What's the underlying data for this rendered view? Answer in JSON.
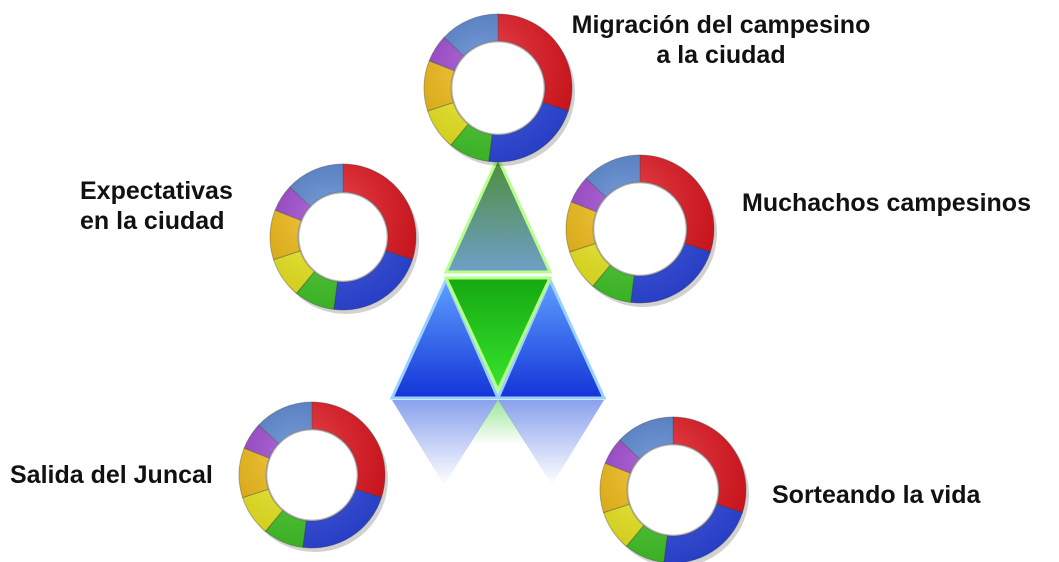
{
  "diagram": {
    "labels": {
      "top": {
        "line1": "Migración del campesino",
        "line2": "a la ciudad"
      },
      "left": {
        "line1": "Expectativas",
        "line2": "en la ciudad"
      },
      "right": {
        "line1": "Muchachos campesinos"
      },
      "bottom_left": {
        "line1": "Salida del Juncal"
      },
      "bottom_right": {
        "line1": "Sorteando la vida"
      }
    },
    "ring_segments": [
      {
        "color": "#e8111b",
        "fraction": 0.3
      },
      {
        "color": "#2b46e6",
        "fraction": 0.22
      },
      {
        "color": "#3fcc24",
        "fraction": 0.09
      },
      {
        "color": "#f2ee1a",
        "fraction": 0.09
      },
      {
        "color": "#f6bd0c",
        "fraction": 0.11
      },
      {
        "color": "#9b3fd0",
        "fraction": 0.06
      },
      {
        "color": "#4f80d0",
        "fraction": 0.13
      }
    ],
    "colors": {
      "triangle_top": "#5f9a52",
      "triangle_center": "#22c71d",
      "triangle_side": "#1f4fe0",
      "triangle_edge_blue": "#9ad0ff",
      "triangle_edge_green": "#b6ff8a"
    }
  }
}
